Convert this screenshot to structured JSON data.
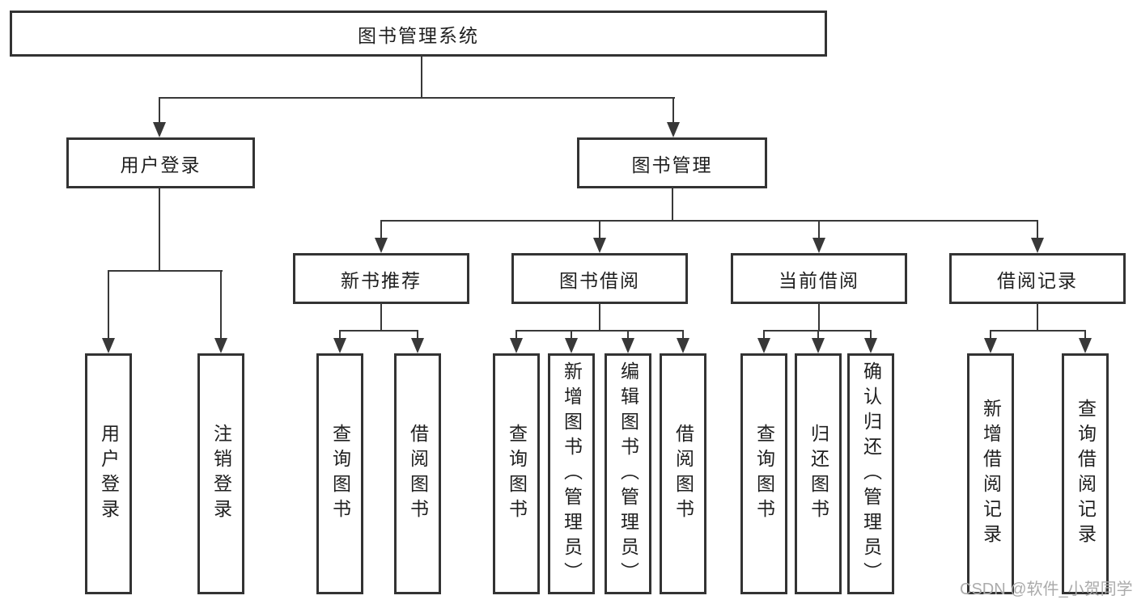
{
  "tree": {
    "root": {
      "label": "图书管理系统"
    },
    "user_login": {
      "label": "用户登录",
      "children": [
        {
          "label": "用户登录"
        },
        {
          "label": "注销登录"
        }
      ]
    },
    "book_mgmt": {
      "label": "图书管理",
      "sections": [
        {
          "label": "新书推荐",
          "children": [
            {
              "label": "查询图书"
            },
            {
              "label": "借阅图书"
            }
          ]
        },
        {
          "label": "图书借阅",
          "children": [
            {
              "label": "查询图书"
            },
            {
              "label": "新增图书（管理员）"
            },
            {
              "label": "编辑图书（管理员）"
            },
            {
              "label": "借阅图书"
            }
          ]
        },
        {
          "label": "当前借阅",
          "children": [
            {
              "label": "查询图书"
            },
            {
              "label": "归还图书"
            },
            {
              "label": "确认归还（管理员）"
            }
          ]
        },
        {
          "label": "借阅记录",
          "children": [
            {
              "label": "新增借阅记录"
            },
            {
              "label": "查询借阅记录"
            }
          ]
        }
      ]
    }
  },
  "watermark": {
    "text": "CSDN @软件_小贺同学"
  },
  "colors": {
    "background": "#ffffff",
    "line": "#383838",
    "box_border": "#333333",
    "text": "#1f1f1f",
    "watermark": "#ababab"
  }
}
